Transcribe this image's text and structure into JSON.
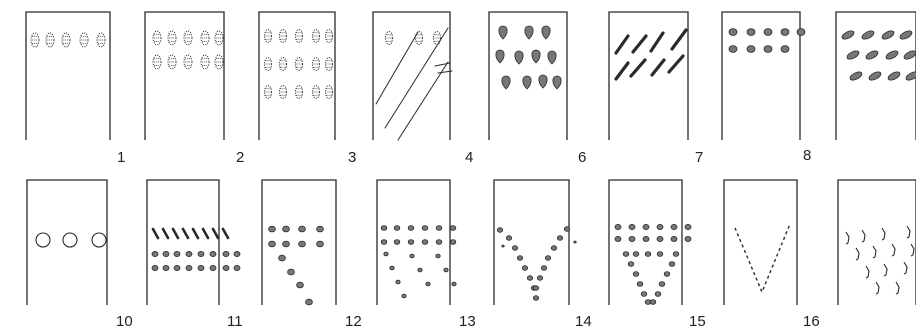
{
  "figure": {
    "ink_color": "#2a2a2a",
    "panels": [
      {
        "number": "1",
        "pattern": "stippled-ovals-one-row"
      },
      {
        "number": "2",
        "pattern": "stippled-ovals-two-rows"
      },
      {
        "number": "3",
        "pattern": "stippled-ovals-three-rows"
      },
      {
        "number": "4",
        "pattern": "ovals-with-diagonal-lines"
      },
      {
        "number": "6",
        "pattern": "teardrops-three-rows"
      },
      {
        "number": "7",
        "pattern": "slanted-slashes-two-rows"
      },
      {
        "number": "8",
        "pattern": "dots-two-rows"
      },
      {
        "number": "",
        "pattern": "slanted-ovals-three-rows"
      },
      {
        "number": "10",
        "pattern": "three-circles"
      },
      {
        "number": "11",
        "pattern": "slashes-and-dot-rows"
      },
      {
        "number": "12",
        "pattern": "dot-rows-with-diagonal-tail"
      },
      {
        "number": "13",
        "pattern": "dot-rows-with-fan-lines"
      },
      {
        "number": "14",
        "pattern": "dotted-v"
      },
      {
        "number": "15",
        "pattern": "dotted-inverted-triangle"
      },
      {
        "number": "16",
        "pattern": "dashed-v"
      },
      {
        "number": "",
        "pattern": "hooked-slashes"
      }
    ]
  }
}
